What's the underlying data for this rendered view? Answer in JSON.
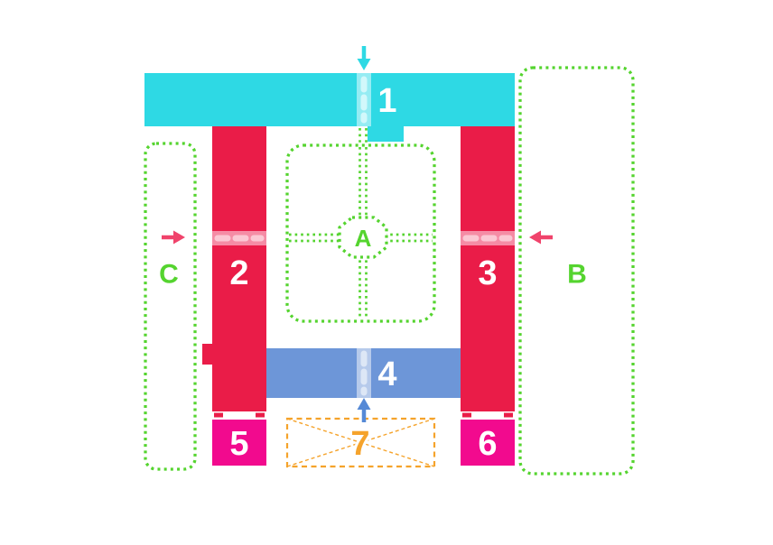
{
  "diagram": {
    "name": "building-zoning-plan",
    "labels": {
      "block1": "1",
      "block2": "2",
      "block3": "3",
      "block4": "4",
      "block5": "5",
      "block6": "6",
      "block7": "7",
      "zoneA": "A",
      "zoneB": "B",
      "zoneC": "C"
    },
    "colors": {
      "cyan": "#2ED9E4",
      "cyan-light": "#95ECF3",
      "cyan-dash": "#D2F8FB",
      "crimson": "#EA1C48",
      "crimson-light": "#F58CA5",
      "crimson-dash": "#FBC8D4",
      "blue": "#6D96D8",
      "blue-light": "#B6CAEB",
      "blue-dash": "#DDE7F6",
      "magenta": "#F20A8E",
      "orange": "#F5A32B",
      "green": "#55D42F",
      "arrow-pink": "#F0436B",
      "arrow-blue": "#5589D6"
    },
    "arrows": {
      "top": {
        "direction": "down",
        "color": "cyan"
      },
      "left": {
        "direction": "right",
        "color": "arrow-pink"
      },
      "right": {
        "direction": "left",
        "color": "arrow-pink"
      },
      "bottom": {
        "direction": "up",
        "color": "arrow-blue"
      }
    }
  }
}
